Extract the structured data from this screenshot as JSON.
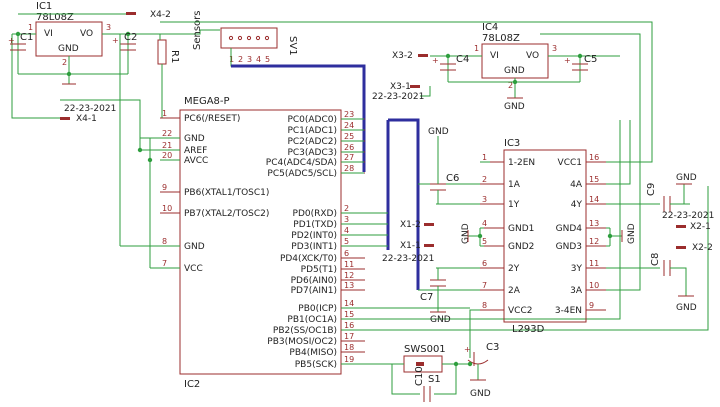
{
  "title": "",
  "components": {
    "ic1": {
      "ref": "IC1",
      "value": "78L08Z",
      "vi": "VI",
      "vo": "VO",
      "gnd": "GND",
      "pins": [
        "1",
        "3",
        "2"
      ]
    },
    "ic4": {
      "ref": "IC4",
      "value": "78L08Z",
      "vi": "VI",
      "vo": "VO",
      "gnd": "GND",
      "pins": [
        "1",
        "3",
        "2"
      ]
    },
    "c1": "C1",
    "c2": "C2",
    "c3": "C3",
    "c4": "C4",
    "c5": "C5",
    "c6": "C6",
    "c7": "C7",
    "c8": "C8",
    "c9": "C9",
    "c10": "C10",
    "r1": "R1",
    "sv1": {
      "ref": "SV1",
      "label": "Sensors",
      "pins": [
        "1",
        "2",
        "3",
        "4",
        "5"
      ]
    },
    "sws": {
      "ref": "SWS001",
      "switch": "S1"
    },
    "ic2": {
      "part": "MEGA8-P",
      "ref": "IC2",
      "left_pins": [
        {
          "num": "1",
          "name": "PC6(/RESET)"
        },
        {
          "num": "22",
          "name": "GND"
        },
        {
          "num": "21",
          "name": "AREF"
        },
        {
          "num": "20",
          "name": "AVCC"
        },
        {
          "num": "9",
          "name": "PB6(XTAL1/TOSC1)"
        },
        {
          "num": "10",
          "name": "PB7(XTAL2/TOSC2)"
        },
        {
          "num": "8",
          "name": "GND"
        },
        {
          "num": "7",
          "name": "VCC"
        }
      ],
      "right_pins": [
        {
          "num": "23",
          "name": "PC0(ADC0)"
        },
        {
          "num": "24",
          "name": "PC1(ADC1)"
        },
        {
          "num": "25",
          "name": "PC2(ADC2)"
        },
        {
          "num": "26",
          "name": "PC3(ADC3)"
        },
        {
          "num": "27",
          "name": "PC4(ADC4/SDA)"
        },
        {
          "num": "28",
          "name": "PC5(ADC5/SCL)"
        },
        {
          "num": "2",
          "name": "PD0(RXD)"
        },
        {
          "num": "3",
          "name": "PD1(TXD)"
        },
        {
          "num": "4",
          "name": "PD2(INT0)"
        },
        {
          "num": "5",
          "name": "PD3(INT1)"
        },
        {
          "num": "6",
          "name": "PD4(XCK/T0)"
        },
        {
          "num": "11",
          "name": "PD5(T1)"
        },
        {
          "num": "12",
          "name": "PD6(AIN0)"
        },
        {
          "num": "13",
          "name": "PD7(AIN1)"
        },
        {
          "num": "14",
          "name": "PB0(ICP)"
        },
        {
          "num": "15",
          "name": "PB1(OC1A)"
        },
        {
          "num": "16",
          "name": "PB2(SS/OC1B)"
        },
        {
          "num": "17",
          "name": "PB3(MOSI/OC2)"
        },
        {
          "num": "18",
          "name": "PB4(MISO)"
        },
        {
          "num": "19",
          "name": "PB5(SCK)"
        }
      ]
    },
    "ic3": {
      "ref": "IC3",
      "part": "L293D",
      "left_pins": [
        {
          "num": "1",
          "name": "1-2EN"
        },
        {
          "num": "2",
          "name": "1A"
        },
        {
          "num": "3",
          "name": "1Y"
        },
        {
          "num": "4",
          "name": "GND1"
        },
        {
          "num": "5",
          "name": "GND2"
        },
        {
          "num": "6",
          "name": "2Y"
        },
        {
          "num": "7",
          "name": "2A"
        },
        {
          "num": "8",
          "name": "VCC2"
        }
      ],
      "right_pins": [
        {
          "num": "16",
          "name": "VCC1"
        },
        {
          "num": "15",
          "name": "4A"
        },
        {
          "num": "14",
          "name": "4Y"
        },
        {
          "num": "13",
          "name": "GND4"
        },
        {
          "num": "12",
          "name": "GND3"
        },
        {
          "num": "11",
          "name": "3Y"
        },
        {
          "num": "10",
          "name": "3A"
        },
        {
          "num": "9",
          "name": "3-4EN"
        }
      ]
    }
  },
  "net_labels": {
    "x4_2": "X4-2",
    "x4_1": "X4-1",
    "x3_2": "X3-2",
    "x3_1": "X3-1",
    "x1_2": "X1-2",
    "x1_1": "X1-1",
    "x2_1": "X2-1",
    "x2_2": "X2-2",
    "conn_a": "22-23-2021",
    "conn_b": "22-23-2021",
    "conn_c": "22-23-2021",
    "conn_d": "22-23-2021"
  },
  "gnd": "GND"
}
